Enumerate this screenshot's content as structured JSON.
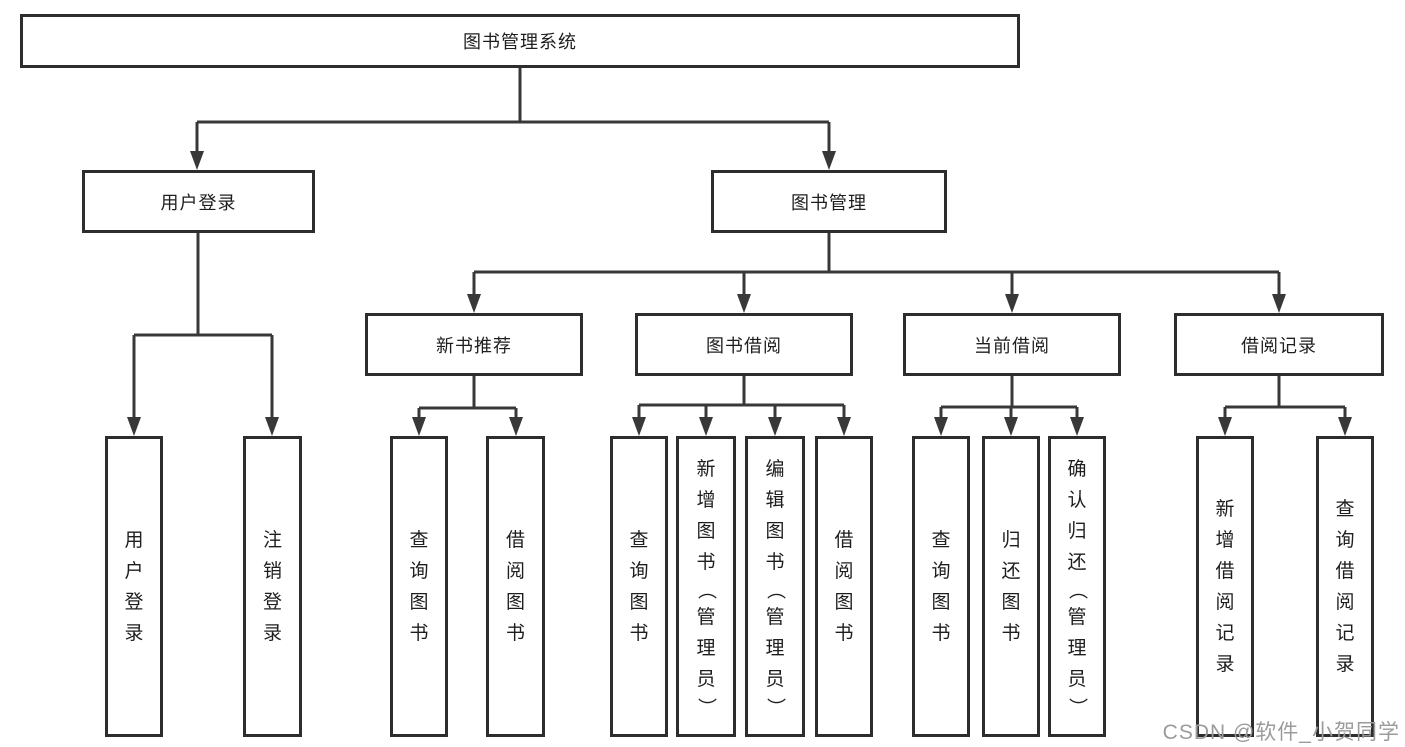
{
  "diagram": {
    "root": {
      "label": "图书管理系统"
    },
    "level2": {
      "user_login": {
        "label": "用户登录"
      },
      "book_mgmt": {
        "label": "图书管理"
      }
    },
    "level3": {
      "new_books": {
        "label": "新书推荐"
      },
      "borrowing": {
        "label": "图书借阅"
      },
      "current": {
        "label": "当前借阅"
      },
      "records": {
        "label": "借阅记录"
      }
    },
    "leaves": {
      "login": {
        "label": "用户登录"
      },
      "logout": {
        "label": "注销登录"
      },
      "nb_query": {
        "label": "查询图书"
      },
      "nb_borrow": {
        "label": "借阅图书"
      },
      "bw_query": {
        "label": "查询图书"
      },
      "bw_add": {
        "label": "新增图书（管理员）"
      },
      "bw_edit": {
        "label": "编辑图书（管理员）"
      },
      "bw_borrow": {
        "label": "借阅图书"
      },
      "cur_query": {
        "label": "查询图书"
      },
      "cur_return": {
        "label": "归还图书"
      },
      "cur_confirm": {
        "label": "确认归还（管理员）"
      },
      "rec_add": {
        "label": "新增借阅记录"
      },
      "rec_query": {
        "label": "查询借阅记录"
      }
    }
  },
  "watermark": {
    "text": "CSDN @软件_小贺同学"
  },
  "colors": {
    "line": "#383838",
    "box_border": "#2d2d2d",
    "text": "#1e1e1e",
    "watermark": "#9b9b9b",
    "background": "#ffffff"
  }
}
